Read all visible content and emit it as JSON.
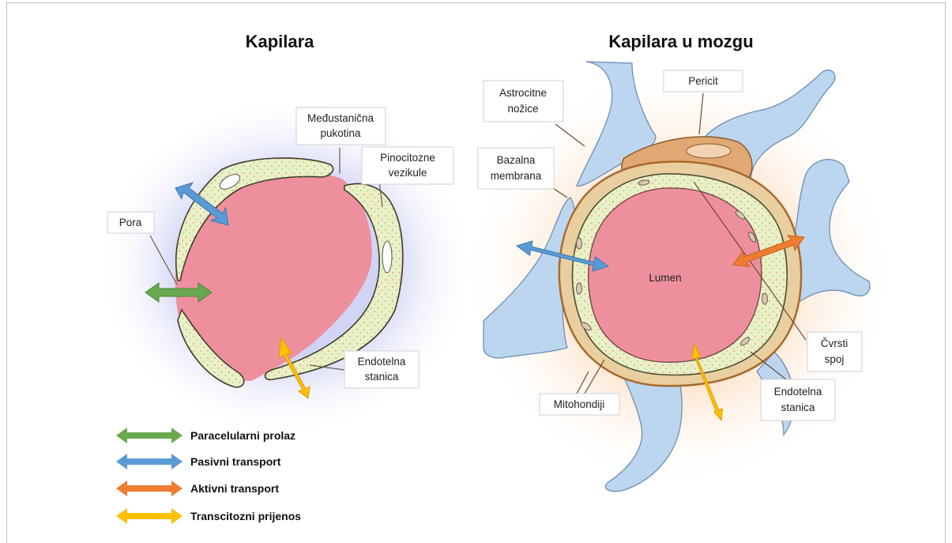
{
  "left": {
    "title": "Kapilara",
    "labels": {
      "pukotina_1": "Međustanična",
      "pukotina_2": "pukotina",
      "vezikule_1": "Pinocitozne",
      "vezikule_2": "vezikule",
      "pora": "Pora",
      "endotelna_1": "Endotelna",
      "endotelna_2": "stanica"
    }
  },
  "right": {
    "title": "Kapilara u mozgu",
    "labels": {
      "astro_1": "Astrocitne",
      "astro_2": "nožice",
      "pericit": "Pericit",
      "bazalna_1": "Bazalna",
      "bazalna_2": "membrana",
      "lumen": "Lumen",
      "spoj_1": "Čvrsti",
      "spoj_2": "spoj",
      "mito": "Mitohondiji",
      "endotelna_1": "Endotelna",
      "endotelna_2": "stanica"
    }
  },
  "legend": [
    {
      "label": "Paracelularni prolaz",
      "color": "#6aa84f"
    },
    {
      "label": "Pasivni transport",
      "color": "#5b9bd5"
    },
    {
      "label": "Aktivni transport",
      "color": "#ed7d31"
    },
    {
      "label": "Transcitozni prijenos",
      "color": "#ffc000"
    }
  ],
  "colors": {
    "lumen": "#ee8f9e",
    "endothelium": "#eaf0c6",
    "astrocyte": "#bcd6f0",
    "pericyte": "#e0a872",
    "membrane": "#b5763c"
  }
}
